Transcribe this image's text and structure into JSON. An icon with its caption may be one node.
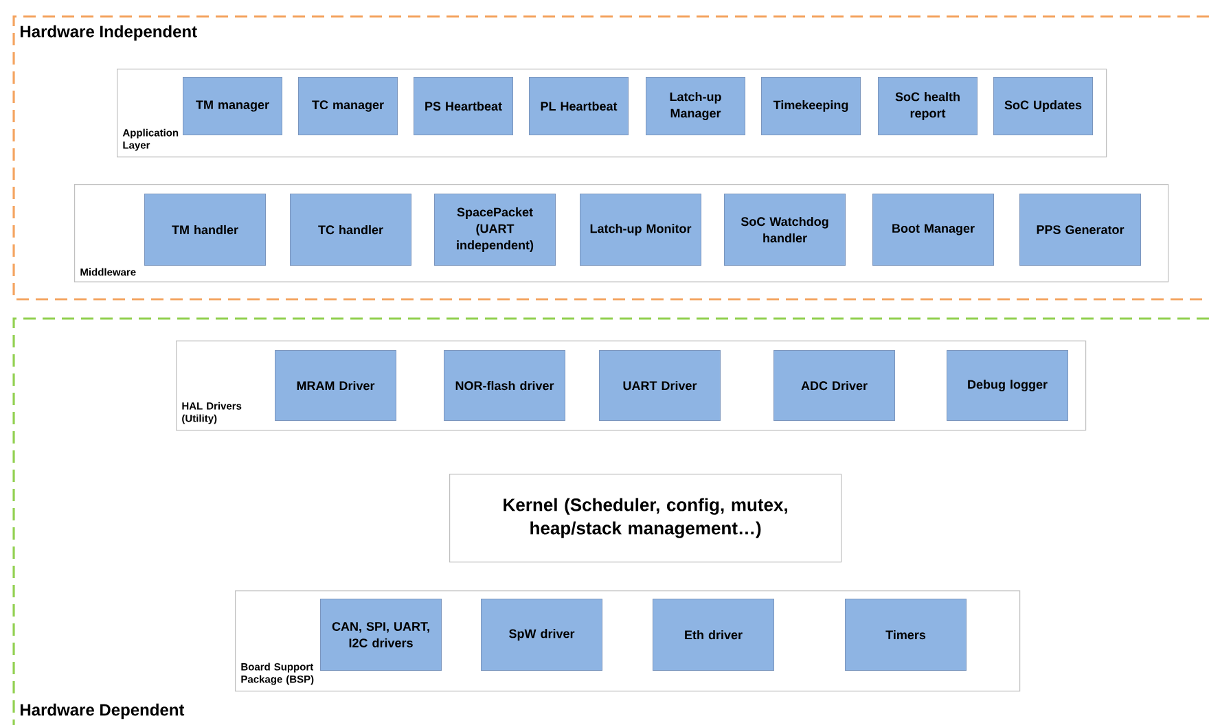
{
  "diagram": {
    "nodes": [
      {
        "text": [
          "Hardware Independent"
        ]
      },
      {
        "text": [
          "Application Layer"
        ],
        "in": 0
      },
      {
        "text": [
          "TM manager"
        ],
        "in": 1
      },
      {
        "text": [
          "TC manager"
        ],
        "in": 1
      },
      {
        "text": [
          "PS Heartbeat"
        ],
        "in": 1
      },
      {
        "text": [
          "PL Heartbeat"
        ],
        "in": 1
      },
      {
        "text": [
          "Latch-up Manager"
        ],
        "in": 1
      },
      {
        "text": [
          "Timekeeping"
        ],
        "in": 1
      },
      {
        "text": [
          "SoC health report"
        ],
        "in": 1
      },
      {
        "text": [
          "SoC Updates"
        ],
        "in": 1
      },
      {
        "text": [
          "Middleware"
        ],
        "in": 0
      },
      {
        "text": [
          "TM handler"
        ],
        "in": 10
      },
      {
        "text": [
          "TC handler"
        ],
        "in": 10
      },
      {
        "text": [
          "SpacePacket (UART independent)"
        ],
        "in": 10
      },
      {
        "text": [
          "Latch-up Monitor"
        ],
        "in": 10
      },
      {
        "text": [
          "SoC Watchdog handler"
        ],
        "in": 10
      },
      {
        "text": [
          "Boot Manager"
        ],
        "in": 10
      },
      {
        "text": [
          "PPS Generator"
        ],
        "in": 10
      },
      {
        "text": [
          "Hardware Dependent"
        ]
      },
      {
        "text": [
          "HAL Drivers (Utility)"
        ],
        "in": 18
      },
      {
        "text": [
          "MRAM Driver"
        ],
        "in": 19
      },
      {
        "text": [
          "NOR-flash driver"
        ],
        "in": 19
      },
      {
        "text": [
          "UART Driver"
        ],
        "in": 19
      },
      {
        "text": [
          "ADC Driver"
        ],
        "in": 19
      },
      {
        "text": [
          "Debug logger"
        ],
        "in": 19
      },
      {
        "text": [
          "Kernel (Scheduler, config, mutex, heap/stack management…)"
        ],
        "in": 18
      },
      {
        "text": [
          "Board Support Package (BSP)"
        ],
        "in": 18
      },
      {
        "text": [
          "CAN, SPI, UART, I2C drivers"
        ],
        "in": 26
      },
      {
        "text": [
          "SpW driver"
        ],
        "in": 26
      },
      {
        "text": [
          "Eth driver"
        ],
        "in": 26
      },
      {
        "text": [
          "Timers"
        ],
        "in": 26
      }
    ]
  }
}
